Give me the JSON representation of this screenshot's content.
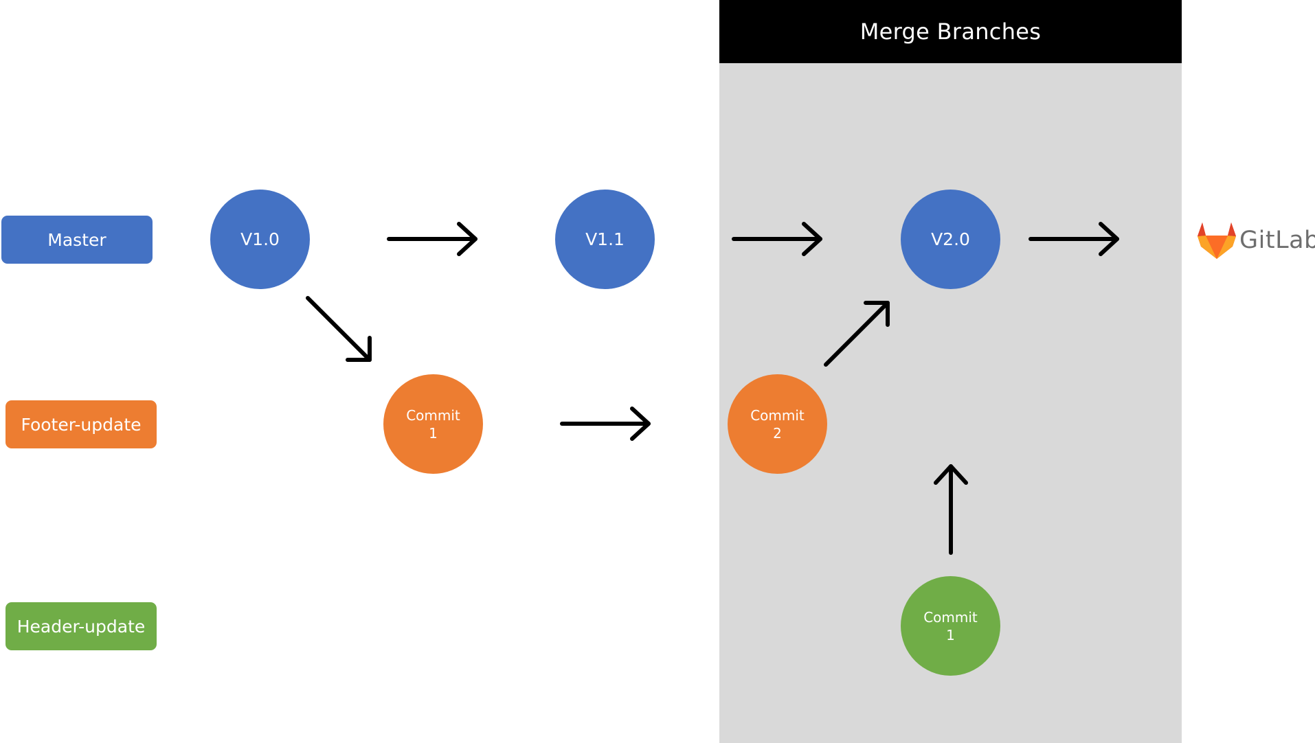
{
  "merge_panel": {
    "title": "Merge Branches"
  },
  "branches": [
    {
      "label": "Master",
      "color": "#4472c4"
    },
    {
      "label": "Footer-update",
      "color": "#ed7d31"
    },
    {
      "label": "Header-update",
      "color": "#70ad47"
    }
  ],
  "nodes": {
    "v1_0": {
      "label": "V1.0"
    },
    "v1_1": {
      "label": "V1.1"
    },
    "v2_0": {
      "label": "V2.0"
    },
    "footer_commit_1": {
      "line1": "Commit",
      "line2": "1"
    },
    "footer_commit_2": {
      "line1": "Commit",
      "line2": "2"
    },
    "header_commit_1": {
      "line1": "Commit",
      "line2": "1"
    }
  },
  "logo": {
    "text": "GitLab",
    "icon": "gitlab-fox-icon"
  }
}
